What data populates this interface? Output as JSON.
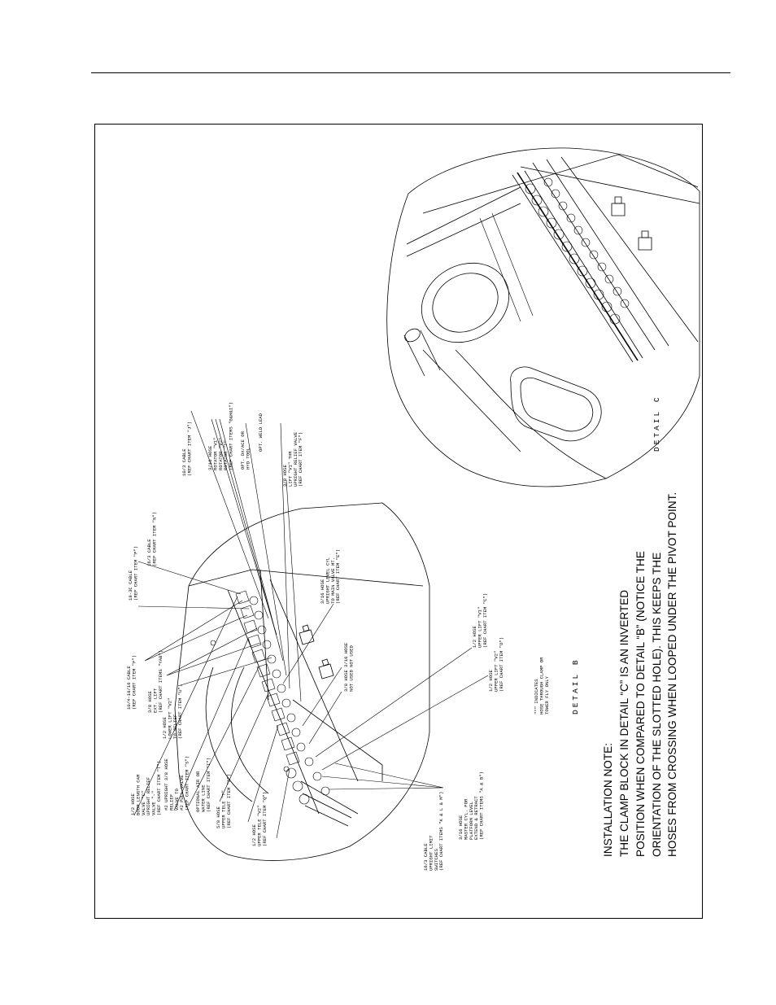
{
  "installation_note": {
    "heading": "INSTALLATION NOTE:",
    "lines": [
      "THE CLAMP BLOCK IN DETAIL “C” IS AN INVERTED",
      "POSITION WHEN COMPARED TO DETAIL “B” (NOTICE THE",
      "ORIENTATION OF THE SLOTTED HOLE). THIS KEEPS THE",
      "HOSES FROM CROSSING WHEN LOOPED UNDER THE PIVOT POINT."
    ]
  },
  "detail_b": {
    "caption": "DETAIL B",
    "footnote": [
      "\"*\" INDICATES",
      "HOSE THROUGH CLAMP OR",
      "TOWER FLY ONLY"
    ],
    "callouts_left": [
      {
        "lines": [
          "1/2 HOSE",
          "BOOM LENGTH CAM",
          "VALVE \"C\"",
          "UPRIGHT RELIEF",
          "VALVE \"-\"",
          "(REF CHART ITEM \"T\")"
        ]
      },
      {
        "lines": [
          "#2 UPRIGHT 3/8 HOSE",
          "RELIEF",
          "VALVE TO",
          "#2 PULL VALVE",
          "(REF CHART ITEM \"S\")"
        ]
      },
      {
        "lines": [
          "OPTIONAL AIR OR",
          "WATER LINE",
          "(REF CHART ITEM \"I\")"
        ]
      },
      {
        "lines": [
          "5/8 HOSE",
          "UPPER TELE \"T\"",
          "(REF CHART ITEM \"R\")"
        ]
      },
      {
        "lines": [
          "1/2 HOSE",
          "UPPER TELE \"V2\"",
          "(REF CHART ITEM \"Q\")"
        ]
      },
      {
        "lines": [
          "16/3 CABLE",
          "UPRIGHT LIMIT",
          "SWITCHES",
          "(REF CHART ITEMS \"K & L & M\")"
        ]
      },
      {
        "lines": [
          "3/16 HOSE",
          "MASTER CYL. FOR",
          "PLATFORM LEVEL",
          "EXTEND & RETRACT",
          "(REF CHART ITEMS \"A & B\")"
        ]
      }
    ],
    "callouts_top": [
      {
        "lines": [
          "10/4-18/16 CABLE",
          "(REF CHART ITEM \"F\")"
        ]
      },
      {
        "lines": [
          "3/8 HOSE",
          "EXT. LIFT",
          "(REF CHART ITEMS \"YAB\")"
        ]
      },
      {
        "lines": [
          "1/2 HOSE",
          "LOWER LIFT \"V2\"",
          "TO RELIEF",
          "(REF CHART ITEM \"U\")"
        ]
      },
      {
        "lines": [
          "18-3C CABLE",
          "(REF CHART ITEM \"P\")"
        ]
      },
      {
        "lines": [
          "16/3 CABLE",
          "(REF CHART ITEM \"N\")"
        ]
      },
      {
        "lines": [
          "3/16 HOSE",
          "UPRIGHT LEVEL CYL",
          "TO MAIN VALVE MT.",
          "(REF CHART ITEM \"E\")"
        ]
      },
      {
        "lines": [
          "10/3 CABLE",
          "(REF CHART ITEM \"J\")"
        ]
      },
      {
        "lines": [
          "3/16 HOSE",
          "ROTATOR \"V1\"",
          "ROTATOR \"V2\"",
          "ROTATOR \"T\"",
          "(REF CHART ITEMS \"G&H&I\")"
        ]
      },
      {
        "lines": [
          "OPT. DX/ACE OR",
          "HYD TOOL"
        ]
      },
      {
        "lines": [
          "OPT. WELD LEAD"
        ]
      },
      {
        "lines": [
          "3/8 HOSE",
          "LIFT \"V1\" THR",
          "UPRIGHT RELIEF VALVE",
          "(REF CHART ITEM \"F\")"
        ]
      }
    ],
    "callouts_right": [
      {
        "lines": [
          "3/8 HOSE",
          "NOT USED"
        ]
      },
      {
        "lines": [
          "3/16 HOSE",
          "NOT USED"
        ]
      },
      {
        "lines": [
          "1/2 HOSE",
          "UPPER LIFT \"V1\"",
          "(REF CHART ITEM \"C\")"
        ]
      },
      {
        "lines": [
          "1/2 HOSE",
          "UPPER LIFT \"V2\"",
          "(REF CHART ITEM \"D\")"
        ]
      }
    ]
  },
  "detail_c": {
    "caption": "DETAIL C"
  }
}
